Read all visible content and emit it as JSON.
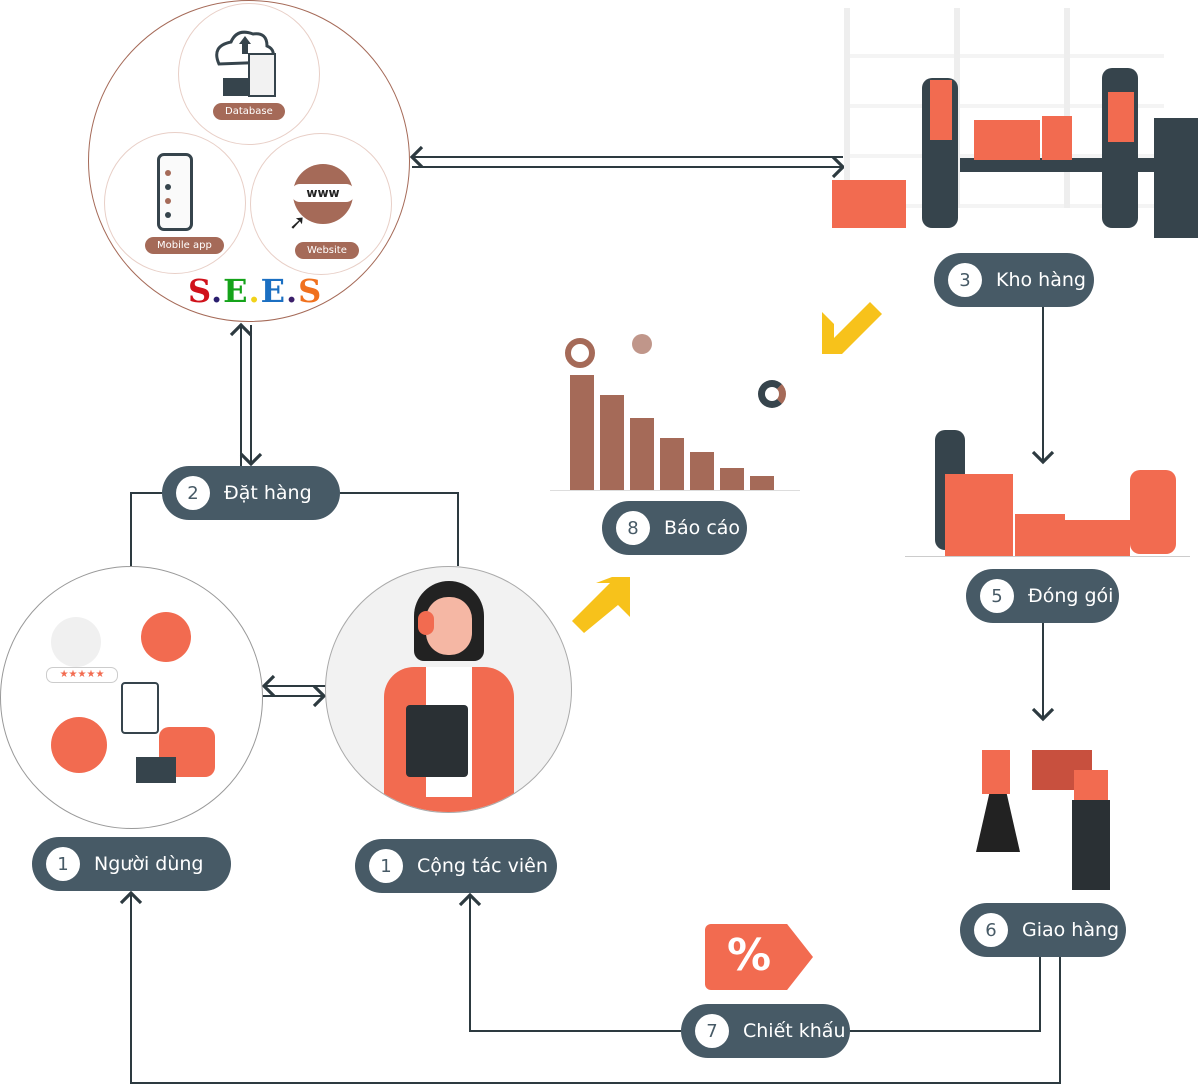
{
  "system": {
    "brand_letters": [
      "S",
      ".",
      "E",
      ".",
      "E",
      ".",
      "S"
    ],
    "brand_colors": [
      "#d0121b",
      "#2a1e6e",
      "#15a31a",
      "#f1d21a",
      "#1b6fc2",
      "#3b1f6a",
      "#f0711e"
    ],
    "components": [
      {
        "label": "Database",
        "icon": "database-icon"
      },
      {
        "label": "Mobile app",
        "icon": "mobile-app-icon"
      },
      {
        "label": "Website",
        "icon": "website-globe-icon"
      }
    ]
  },
  "steps": {
    "users": {
      "num": "1",
      "label": "Người dùng"
    },
    "collaborators": {
      "num": "1",
      "label": "Cộng tác viên"
    },
    "order": {
      "num": "2",
      "label": "Đặt hàng"
    },
    "warehouse": {
      "num": "3",
      "label": "Kho hàng"
    },
    "packing": {
      "num": "5",
      "label": "Đóng gói"
    },
    "delivery": {
      "num": "6",
      "label": "Giao hàng"
    },
    "discount": {
      "num": "7",
      "label": "Chiết khấu"
    },
    "report": {
      "num": "8",
      "label": "Báo cáo"
    }
  },
  "colors": {
    "pill": "#475a66",
    "accent": "#f26b50",
    "brown": "#a56a58",
    "yellow": "#f7c21b",
    "line": "#2d3a40"
  },
  "discount_tag": {
    "symbol": "%"
  },
  "website_badge": {
    "text": "www"
  }
}
